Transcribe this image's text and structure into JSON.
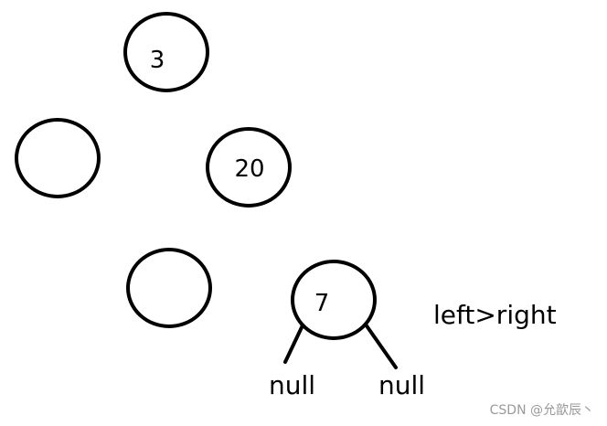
{
  "diagram": {
    "nodes": [
      {
        "id": "node-3",
        "label": "3"
      },
      {
        "id": "node-empty-left",
        "label": ""
      },
      {
        "id": "node-20",
        "label": "20"
      },
      {
        "id": "node-empty-lower",
        "label": ""
      },
      {
        "id": "node-7",
        "label": "7"
      }
    ],
    "null_labels": [
      "null",
      "null"
    ],
    "annotation": "left>right"
  },
  "watermark": "CSDN @允歆辰丶",
  "colors": {
    "stroke": "#000000",
    "background": "#ffffff",
    "watermark": "#9a9a9a"
  }
}
